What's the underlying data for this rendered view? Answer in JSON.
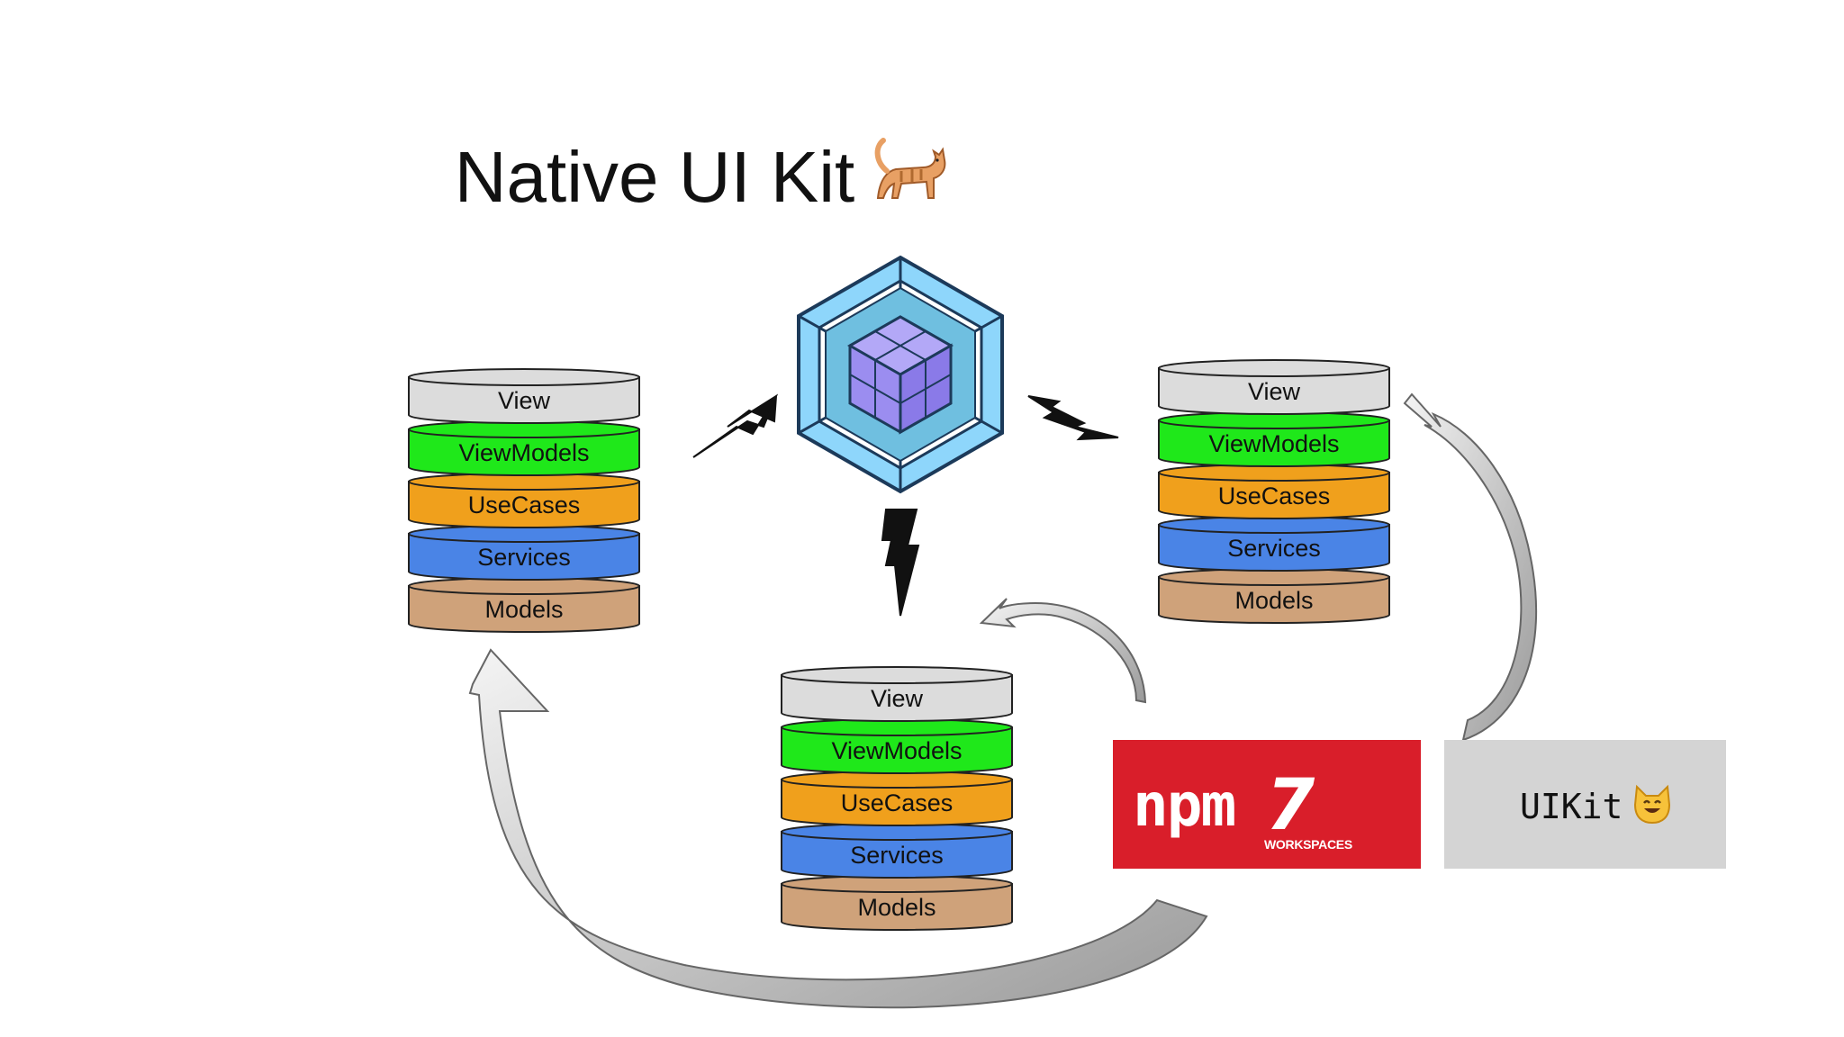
{
  "title": "Native UI Kit",
  "title_emoji": "cat-emoji",
  "stacks": [
    {
      "id": "left",
      "layers": [
        "View",
        "ViewModels",
        "UseCases",
        "Services",
        "Models"
      ]
    },
    {
      "id": "right",
      "layers": [
        "View",
        "ViewModels",
        "UseCases",
        "Services",
        "Models"
      ]
    },
    {
      "id": "bottom",
      "layers": [
        "View",
        "ViewModels",
        "UseCases",
        "Services",
        "Models"
      ]
    }
  ],
  "layer_colors": {
    "View": "#dcdcdc",
    "ViewModels": "#1fe81a",
    "UseCases": "#f0a01c",
    "Services": "#4a84e6",
    "Models": "#cfa27a"
  },
  "hub_icon": "webpack-cube-icon",
  "npm_box": {
    "logo": "npm",
    "version": "7",
    "subtitle": "WORKSPACES",
    "color": "#d91e2a"
  },
  "uikit_box": {
    "label": "UIKit",
    "emoji": "smiling-cat-emoji",
    "color": "#d4d4d4"
  }
}
